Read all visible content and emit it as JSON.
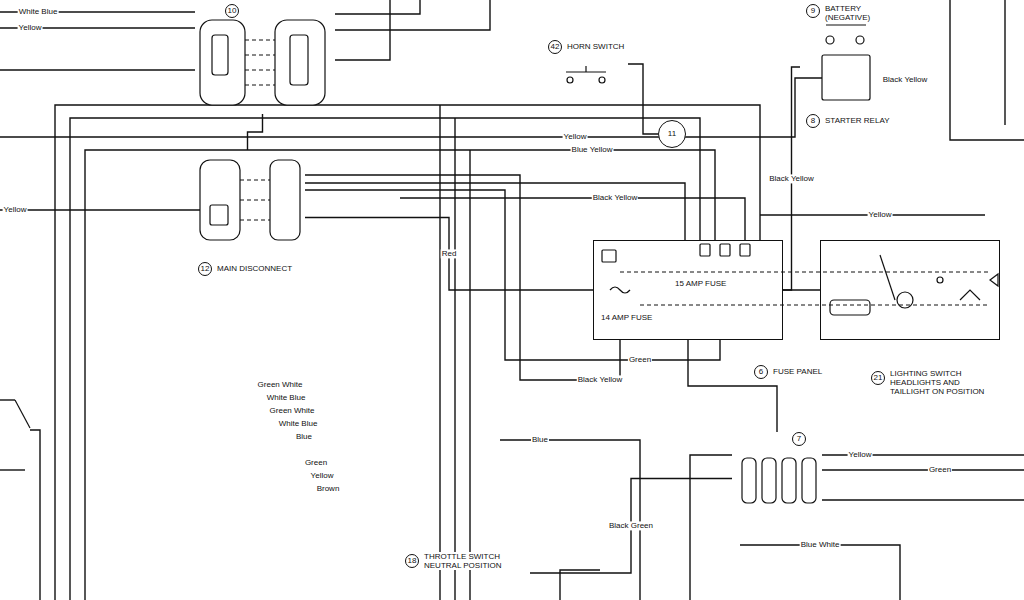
{
  "diagram": {
    "nodes": [
      {
        "text": [
          "10"
        ]
      },
      {
        "text": [
          "42",
          "HORN SWITCH"
        ]
      },
      {
        "text": [
          "11"
        ]
      },
      {
        "text": [
          "9",
          "BATTERY (NEGATIVE)",
          "8",
          "STARTER RELAY"
        ]
      },
      {
        "text": [
          "12",
          "MAIN DISCONNECT"
        ]
      },
      {
        "text": [
          "14 AMP FUSE",
          "15 AMP FUSE",
          "6",
          "FUSE PANEL"
        ]
      },
      {
        "text": [
          "21",
          "LIGHTING SWITCH HEADLIGHTS AND TAILLIGHT ON POSITION"
        ]
      },
      {
        "text": [
          "7"
        ]
      },
      {
        "text": [
          "18",
          "THROTTLE SWITCH NEUTRAL POSITION"
        ]
      }
    ],
    "edges": [
      {
        "from": 1,
        "to": 2,
        "arrow": "none"
      },
      {
        "from": 4,
        "to": 5,
        "label": "Red",
        "arrow": "none"
      },
      {
        "from": 3,
        "to": 5,
        "label": "Black Yellow",
        "arrow": "none"
      },
      {
        "from": 5,
        "to": 6,
        "arrow": "none"
      },
      {
        "from": 5,
        "to": 7,
        "arrow": "none"
      },
      {
        "from": 0,
        "to": 4,
        "arrow": "none"
      },
      {
        "from": 7,
        "to": 8,
        "label": "Black Green",
        "arrow": "none"
      }
    ],
    "labels": [
      "White Blue",
      "Yellow",
      "Yellow",
      "Yellow",
      "Blue Yellow",
      "Black Yellow",
      "Black Yellow",
      "Yellow",
      "Green",
      "Black Yellow",
      "Green White",
      "White Blue",
      "Green White",
      "White Blue",
      "Blue",
      "Green",
      "Yellow",
      "Brown",
      "Blue",
      "Yellow",
      "Green",
      "Blue White"
    ]
  }
}
